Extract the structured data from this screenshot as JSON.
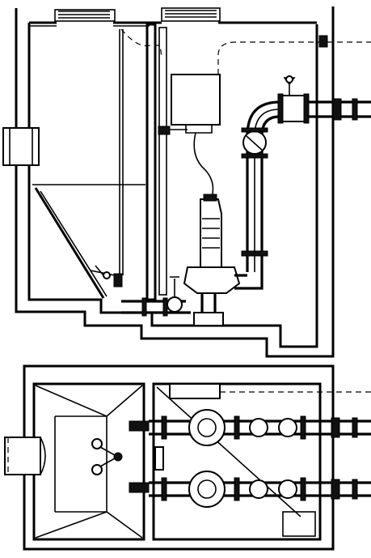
{
  "diagram": {
    "kind": "technical line drawing",
    "views": [
      "elevation",
      "plan"
    ],
    "icons": {
      "pump": "submersible-pump-icon",
      "valve": "gate-valve-icon",
      "check_valve": "check-valve-icon",
      "float": "float-switch-icon",
      "control_box": "control-panel-icon",
      "pipe": "pipe-icon"
    },
    "colors": {
      "ink": "#000000",
      "paper": "#ffffff"
    }
  }
}
